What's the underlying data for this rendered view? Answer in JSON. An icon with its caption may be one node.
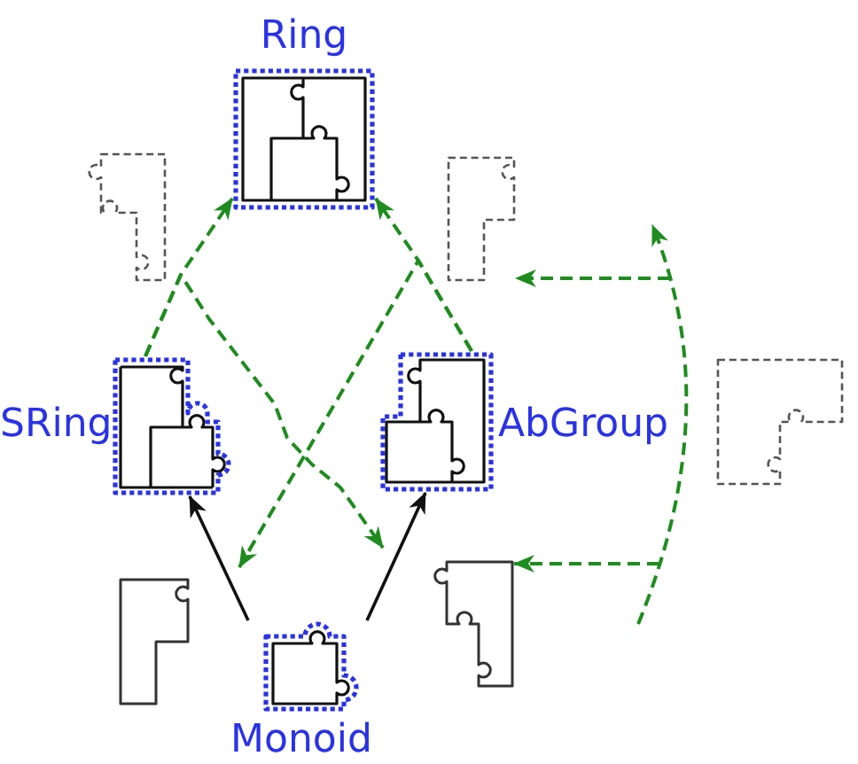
{
  "diagram": {
    "nodes": [
      {
        "text": [
          "Ring"
        ]
      },
      {
        "text": [],
        "shape": "picture"
      },
      {
        "text": [],
        "shape": "picture"
      },
      {
        "text": [
          "SRing"
        ]
      },
      {
        "text": [
          "AbGroup"
        ]
      },
      {
        "text": [],
        "shape": "picture"
      },
      {
        "text": [],
        "shape": "picture"
      },
      {
        "text": [],
        "shape": "picture"
      },
      {
        "text": [
          "Monoid"
        ]
      }
    ],
    "edges": [
      {
        "from": 8,
        "to": 3,
        "arrow": "to",
        "color": "#111111"
      },
      {
        "from": 8,
        "to": 4,
        "arrow": "to",
        "color": "#111111"
      },
      {
        "from": 3,
        "to": 0,
        "arrow": "to",
        "style": "dashed",
        "color": "#1e8c1e"
      },
      {
        "from": 3,
        "to": null,
        "arrow": "to",
        "style": "dashed",
        "color": "#1e8c1e"
      },
      {
        "from": 4,
        "to": 0,
        "arrow": "to",
        "style": "dashed",
        "color": "#1e8c1e"
      },
      {
        "from": 4,
        "to": null,
        "arrow": "to",
        "style": "dashed",
        "color": "#1e8c1e"
      },
      {
        "from": null,
        "to": 2,
        "arrow": "to",
        "style": "dashed",
        "color": "#1e8c1e"
      },
      {
        "from": null,
        "to": 7,
        "arrow": "to",
        "style": "dashed",
        "color": "#1e8c1e"
      }
    ]
  }
}
